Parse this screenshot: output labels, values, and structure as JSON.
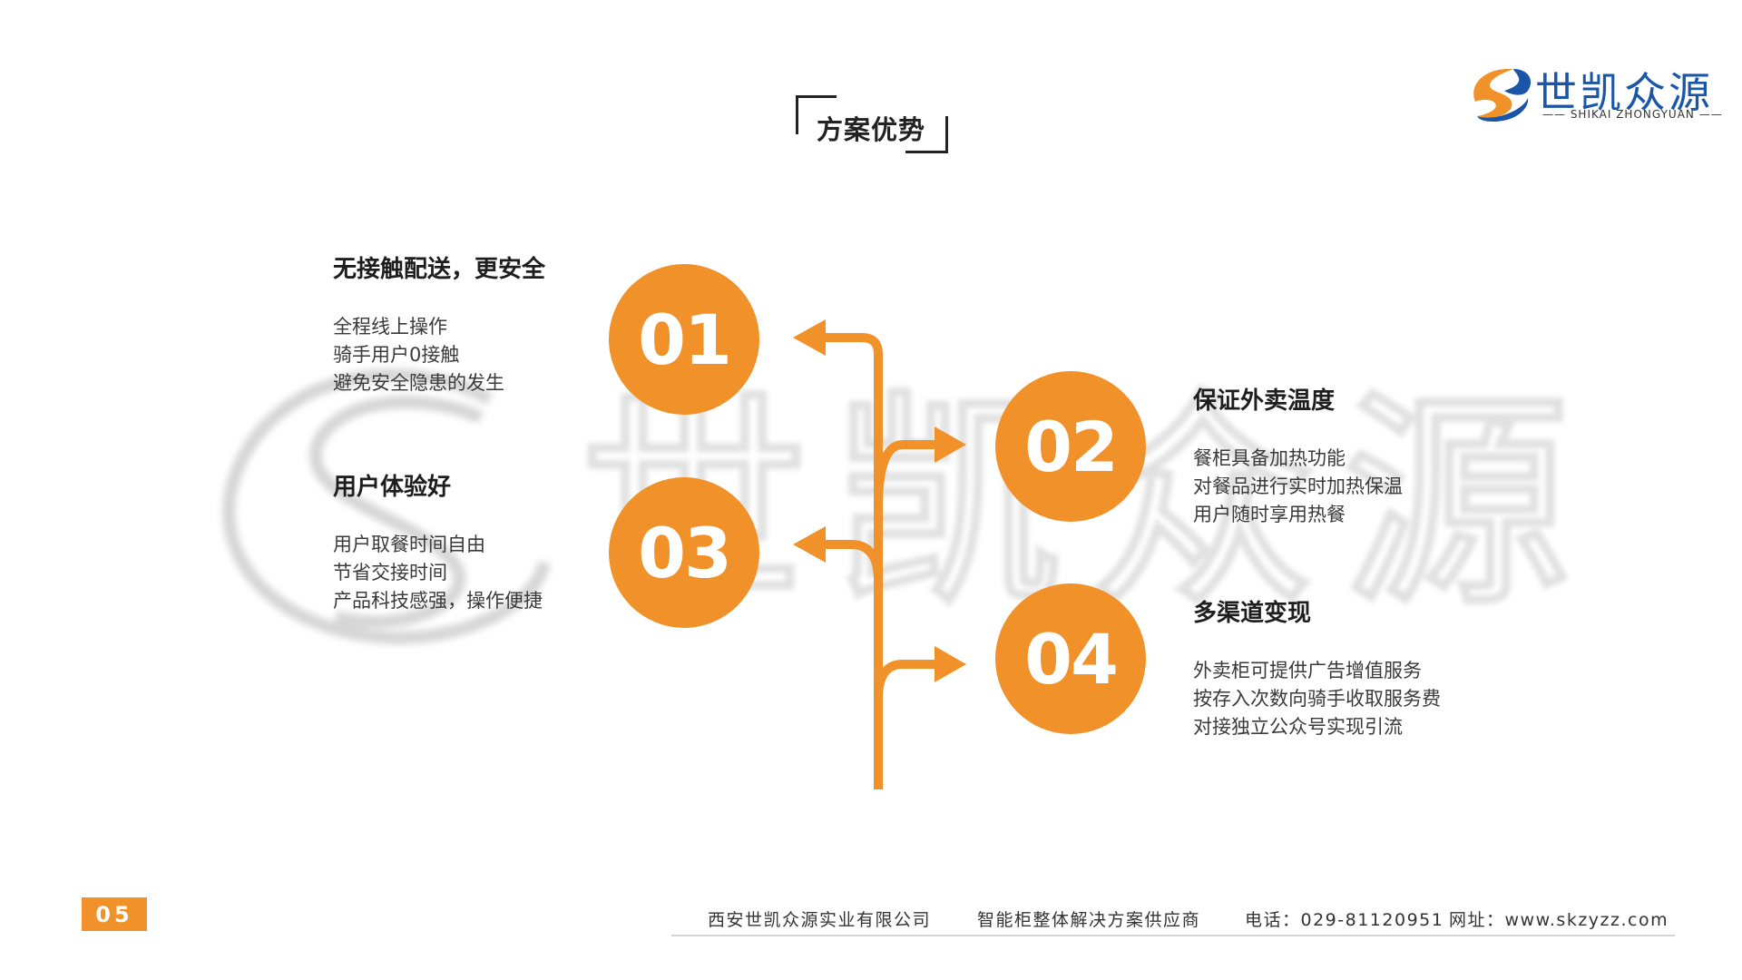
{
  "header": {
    "title": "方案优势",
    "logo": {
      "name": "世凯众源",
      "subtitle": "—— SHIKAI ZHONGYUAN ——",
      "colors": {
        "blue": "#1a55a8",
        "orange": "#f0912a"
      }
    }
  },
  "watermark": {
    "text": "世凯众源"
  },
  "steps": [
    {
      "number": "01",
      "heading": "无接触配送，更安全",
      "lines": [
        "全程线上操作",
        "骑手用户0接触",
        "避免安全隐患的发生"
      ]
    },
    {
      "number": "02",
      "heading": "保证外卖温度",
      "lines": [
        "餐柜具备加热功能",
        "对餐品进行实时加热保温",
        "用户随时享用热餐"
      ]
    },
    {
      "number": "03",
      "heading": "用户体验好",
      "lines": [
        "用户取餐时间自由",
        "节省交接时间",
        "产品科技感强，操作便捷"
      ]
    },
    {
      "number": "04",
      "heading": "多渠道变现",
      "lines": [
        "外卖柜可提供广告增值服务",
        "按存入次数向骑手收取服务费",
        "对接独立公众号实现引流"
      ]
    }
  ],
  "footer": {
    "page_number": "05",
    "company": "西安世凯众源实业有限公司",
    "slogan": "智能柜整体解决方案供应商",
    "phone": "电话：029-81120951",
    "website": "网址：www.skzyzz.com"
  },
  "colors": {
    "accent": "#f0912a",
    "text_dark": "#1e1e1e",
    "text_body": "#3a3a3a"
  }
}
